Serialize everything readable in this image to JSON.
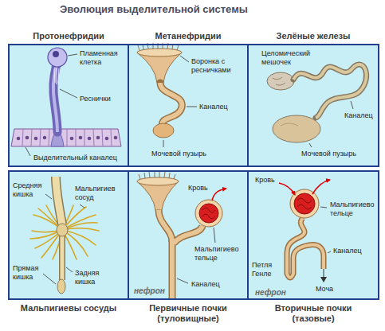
{
  "diagram": {
    "title": "Эволюция выделительной системы",
    "nodes": [
      {
        "text": [
          "Протонефридии"
        ]
      },
      {
        "text": [
          "Метанефридии"
        ]
      },
      {
        "text": [
          "Зелёные железы"
        ]
      },
      {
        "text": [
          "Мальпигиевы сосуды"
        ]
      },
      {
        "text": [
          "Первичные почки (туловищные)"
        ]
      },
      {
        "text": [
          "Вторичные почки (тазовые)"
        ]
      }
    ],
    "labels": [
      "Пламенная клетка",
      "Реснички",
      "Выделительный каналец",
      "Воронка с ресничками",
      "Каналец",
      "Мочевой пузырь",
      "Целомический мешочек",
      "Каналец",
      "Мочевой пузырь",
      "Средняя кишка",
      "Мальпигиев сосуд",
      "Прямая кишка",
      "Задняя кишка",
      "Кровь",
      "Мальпигиево тельце",
      "нефрон",
      "Каналец",
      "Кровь",
      "Мальпигиево тельце",
      "Петля Генле",
      "Каналец",
      "нефрон",
      "Моча"
    ]
  }
}
